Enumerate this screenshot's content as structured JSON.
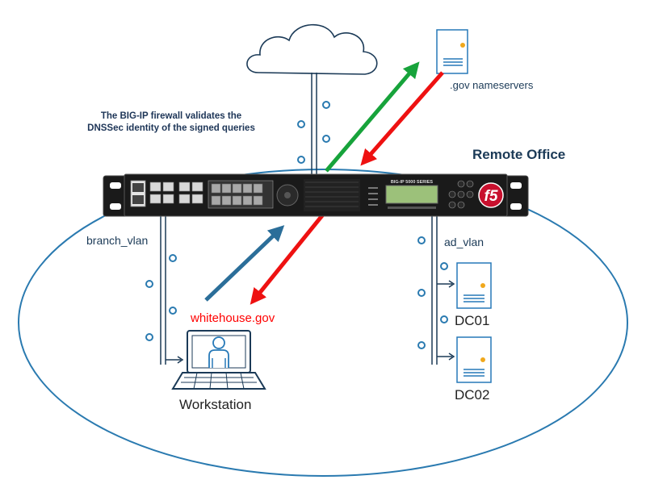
{
  "callout": {
    "line1": "The BIG-IP firewall validates the",
    "line2": "DNSSec identity of the signed queries"
  },
  "remote_office": "Remote Office",
  "nameservers_label": ".gov nameservers",
  "device": {
    "series_label": "BIG-IP 5000 SERIES",
    "logo": "f5"
  },
  "branch_vlan_label": "branch_vlan",
  "ad_vlan_label": "ad_vlan",
  "query_domain": "whitehouse.gov",
  "workstation_label": "Workstation",
  "dc01_label": "DC01",
  "dc02_label": "DC02",
  "colors": {
    "ellipse": "#2a7ab0",
    "query_out": "#17a33b",
    "response": "#ee1111",
    "client_query": "#2b6e99",
    "device_body": "#1a1a1a",
    "accent_icon": "#2779b8",
    "f5_logo": "#c8102e"
  }
}
